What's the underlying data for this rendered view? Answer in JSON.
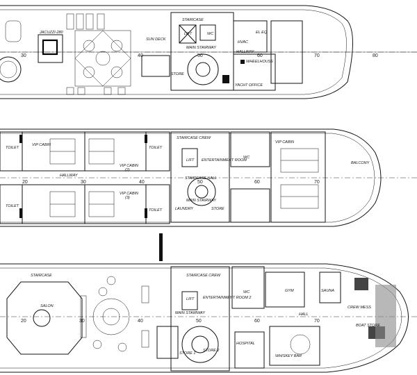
{
  "deck_top": {
    "labels": {
      "jacuzzi": "JACUZZI-280",
      "sun_deck": "SUN DECK",
      "staircase": "STAIRCASE",
      "lift": "LIFT",
      "wc": "WC",
      "main_stairway": "MAIN STAIRWAY",
      "hvac": "HVAC",
      "el_eq": "EL EQ",
      "hallway": "HALLWAY",
      "wheelhouse": "WHEELHOUSE",
      "store": "STORE",
      "yacht_office": "YACHT OFFICE"
    },
    "ticks": [
      "30",
      "40",
      "50",
      "60",
      "70",
      "80"
    ]
  },
  "deck_mid": {
    "labels": {
      "toilet_1": "TOILET",
      "vip_cabin_1": "VIP CABIN",
      "toilet_2": "TOILET",
      "staircase_crew": "STAIRCASE CREW",
      "lift": "LIFT",
      "entertainment_room": "ENTERTAINMENT ROOM",
      "vip_cabin_fwd": "VIP CABIN",
      "balcony": "BALCONY",
      "wc": "WC",
      "hallway": "HALLWAY",
      "staircase_hall": "STAIRCASE HALL",
      "main_stairway": "MAIN STAIRWAY",
      "laundry": "LAUNDRY",
      "store": "STORE",
      "toilet_3": "TOILET",
      "vip_cabin_2": "VIP CABIN",
      "vip_cabin_3": "VIP CABIN",
      "toilet_4": "TOILET",
      "vip_cabin_2_num": "(2)",
      "vip_cabin_3_num": "(3)"
    },
    "ticks": [
      "20",
      "30",
      "40",
      "50",
      "60",
      "70"
    ]
  },
  "deck_bottom": {
    "labels": {
      "staircase": "STAIRCASE",
      "salon": "SALON",
      "staircase_crew": "STAIRCASE CREW",
      "lift": "LIFT",
      "entertainment_room": "ENTERTAINMENT ROOM 2",
      "main_stairway": "MAIN STAIRWAY",
      "wc": "WC",
      "gym": "GYM",
      "sauna": "SAUNA",
      "hall": "HALL",
      "hospital": "HOSPITAL",
      "store_1": "STORE 1",
      "store_2": "STORE 2",
      "whiskey_bar": "WHISKEY BAR",
      "crew_mess": "CREW MESS",
      "boat_store": "BOAT STORE"
    },
    "ticks": [
      "20",
      "30",
      "40",
      "50",
      "60",
      "70"
    ]
  }
}
